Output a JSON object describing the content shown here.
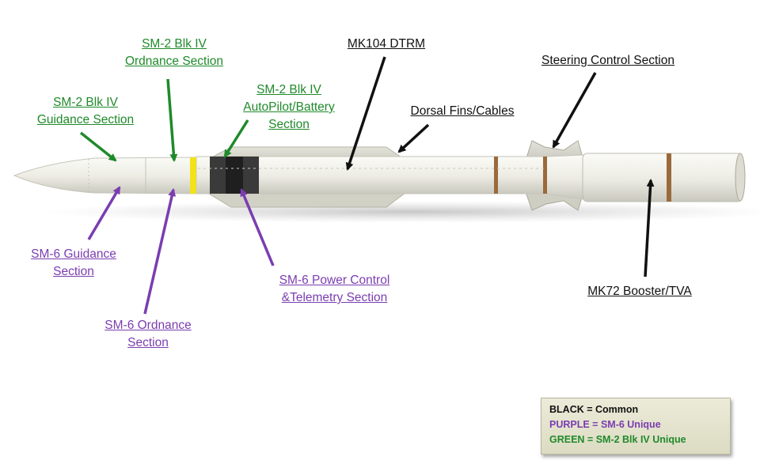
{
  "labels": {
    "sm2_guidance": [
      "SM-2 Blk IV",
      "Guidance Section"
    ],
    "sm2_ordnance": [
      "SM-2 Blk IV",
      "Ordnance Section"
    ],
    "sm2_autopilot": [
      "SM-2 Blk IV",
      "AutoPilot/Battery",
      "Section"
    ],
    "mk104": "MK104 DTRM",
    "dorsal": "Dorsal Fins/Cables",
    "steering": "Steering Control Section",
    "sm6_guidance": [
      "SM-6 Guidance",
      "Section"
    ],
    "sm6_ordnance": [
      "SM-6 Ordnance",
      "Section"
    ],
    "sm6_power": [
      "SM-6 Power Control",
      "&Telemetry Section"
    ],
    "mk72": "MK72 Booster/TVA"
  },
  "legend": {
    "black": "BLACK = Common",
    "purple": "PURPLE = SM-6 Unique",
    "green": "GREEN = SM-2 Blk IV Unique"
  },
  "colors": {
    "common": "#111111",
    "sm6": "#7a3db0",
    "sm2": "#1f8a2a"
  }
}
